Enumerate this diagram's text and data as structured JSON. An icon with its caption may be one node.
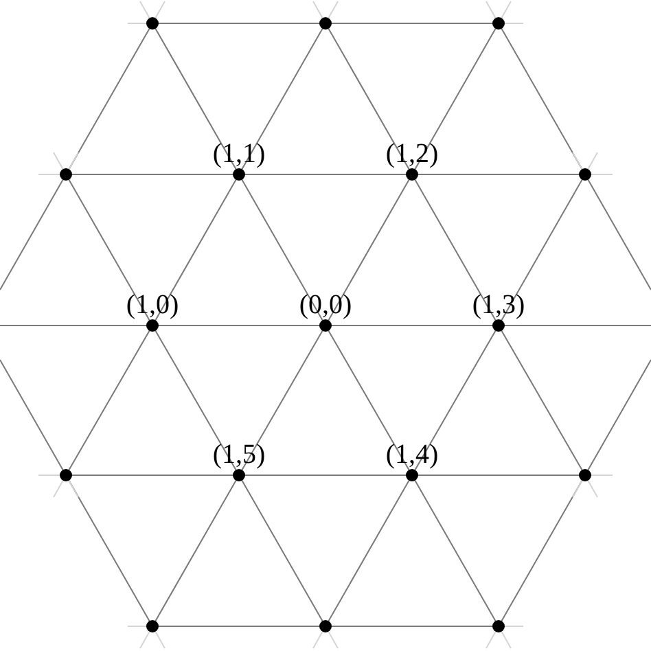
{
  "diagram": {
    "labels": [
      "(1,1)",
      "(1,2)",
      "(1,0)",
      "(0,0)",
      "(1,3)",
      "(1,5)",
      "(1,4)"
    ]
  }
}
